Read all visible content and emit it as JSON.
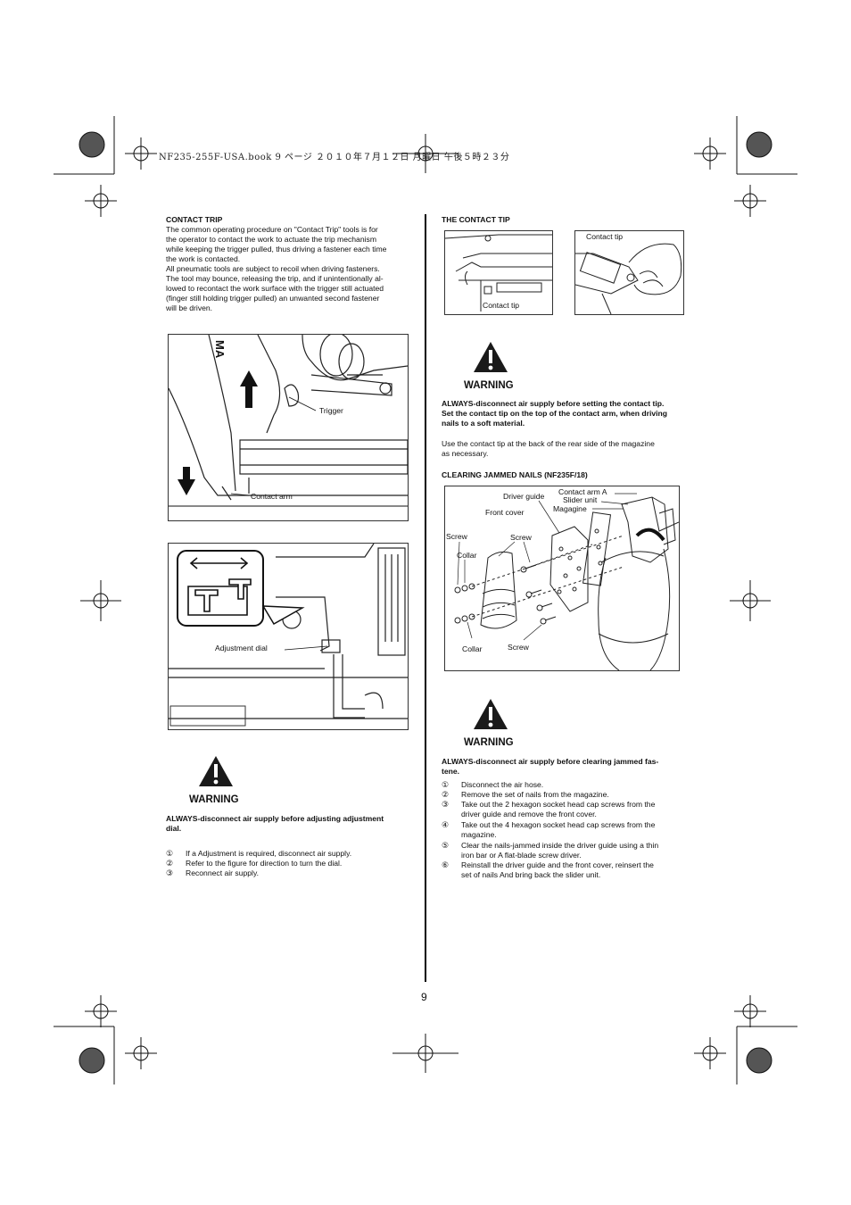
{
  "header": {
    "file_line": "NF235-255F-USA.book  9 ページ  ２０１０年７月１２日  月曜日  午後５時２３分"
  },
  "left": {
    "contact_trip": {
      "heading": "CONTACT TRIP",
      "lines": [
        "The common operating procedure on \"Contact Trip\" tools is for",
        "the operator to contact the work to actuate the trip mechanism",
        "while keeping the trigger pulled, thus driving a fastener each time",
        "the work is contacted.",
        "All pneumatic tools are subject to recoil when driving fasteners.",
        "The tool may bounce, releasing the trip, and if unintentionally al-",
        "lowed to recontact the work surface with the trigger still actuated",
        "(finger still holding trigger pulled) an unwanted second fastener",
        "will be driven."
      ]
    },
    "fig1": {
      "trigger": "Trigger",
      "contact_arm": "Contact arm",
      "brand": "MA"
    },
    "fig2": {
      "adjustment_dial": "Adjustment dial"
    },
    "warning": {
      "title": "WARNING",
      "lines": [
        "ALWAYS-disconnect air supply before adjusting adjustment",
        "dial."
      ]
    },
    "steps": [
      {
        "num": "①",
        "text": "If a Adjustment is required, disconnect air supply."
      },
      {
        "num": "②",
        "text": "Refer to the figure for direction to turn the dial."
      },
      {
        "num": "③",
        "text": "Reconnect air supply."
      }
    ]
  },
  "right": {
    "contact_tip": {
      "heading": "THE CONTACT TIP",
      "fig_a_label": "Contact tip",
      "fig_b_label": "Contact tip"
    },
    "warning1": {
      "title": "WARNING",
      "lines": [
        "ALWAYS-disconnect air supply before setting the contact tip.",
        "Set the contact tip on the top of the contact arm, when driving",
        "nails to a soft material."
      ]
    },
    "note_lines": [
      "Use the contact tip at the back of the rear side of the magazine",
      "as necessary."
    ],
    "jammed": {
      "heading": "CLEARING JAMMED NAILS (NF235F/18)",
      "labels": {
        "contact_arm_a": "Contact arm A",
        "slider_unit": "Slider unit",
        "magagine": "Magagine",
        "driver_guide": "Driver guide",
        "front_cover": "Front cover",
        "screw_left": "Screw",
        "screw_mid": "Screw",
        "collar_top": "Collar",
        "collar_bottom": "Collar",
        "screw_bottom": "Screw"
      }
    },
    "warning2": {
      "title": "WARNING",
      "lines": [
        "ALWAYS-disconnect air supply before clearing jammed fas-",
        "tene."
      ]
    },
    "steps": [
      {
        "num": "①",
        "lines": [
          "Disconnect the air hose."
        ]
      },
      {
        "num": "②",
        "lines": [
          "Remove the set of nails from the magazine."
        ]
      },
      {
        "num": "③",
        "lines": [
          "Take out the 2 hexagon socket head cap screws from the",
          "driver guide and remove the front cover."
        ]
      },
      {
        "num": "④",
        "lines": [
          "Take out the 4 hexagon socket head cap screws from the",
          "magazine."
        ]
      },
      {
        "num": "⑤",
        "lines": [
          "Clear the nails-jammed inside the driver guide using a thin",
          "iron bar or  A flat-blade screw driver."
        ]
      },
      {
        "num": "⑥",
        "lines": [
          " Reinstall the driver guide and the front cover, reinsert the",
          "set of nails And bring back the slider unit."
        ]
      }
    ]
  },
  "page_number": "9",
  "colors": {
    "ink": "#111111",
    "figure_border": "#333333",
    "warning_fill": "#1a1a1a"
  }
}
